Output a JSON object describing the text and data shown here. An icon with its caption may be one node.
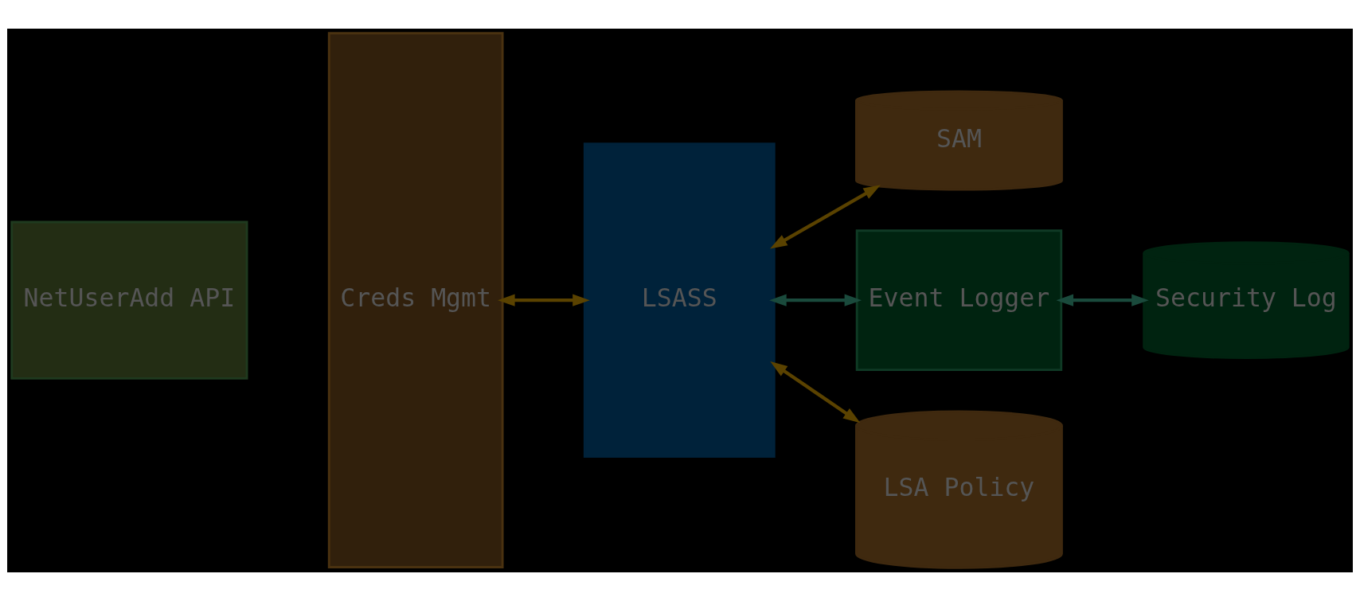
{
  "diagram": {
    "nodes": [
      {
        "text": [
          "NetUserAdd API"
        ]
      },
      {
        "text": [
          "Creds Mgmt"
        ]
      },
      {
        "text": [
          "LSASS"
        ]
      },
      {
        "text": [
          "SAM"
        ]
      },
      {
        "text": [
          "Event Logger"
        ]
      },
      {
        "text": [
          "Security Log"
        ]
      },
      {
        "text": [
          "LSA Policy"
        ]
      }
    ],
    "edges": [
      {
        "from": 1,
        "to": 2,
        "arrow": "both"
      },
      {
        "from": 2,
        "to": 3,
        "arrow": "both"
      },
      {
        "from": 2,
        "to": 4,
        "arrow": "both",
        "color": "#1a4a3c"
      },
      {
        "from": 4,
        "to": 5,
        "arrow": "both",
        "color": "#1a4a3c"
      },
      {
        "from": 2,
        "to": 6,
        "arrow": "both"
      }
    ]
  }
}
